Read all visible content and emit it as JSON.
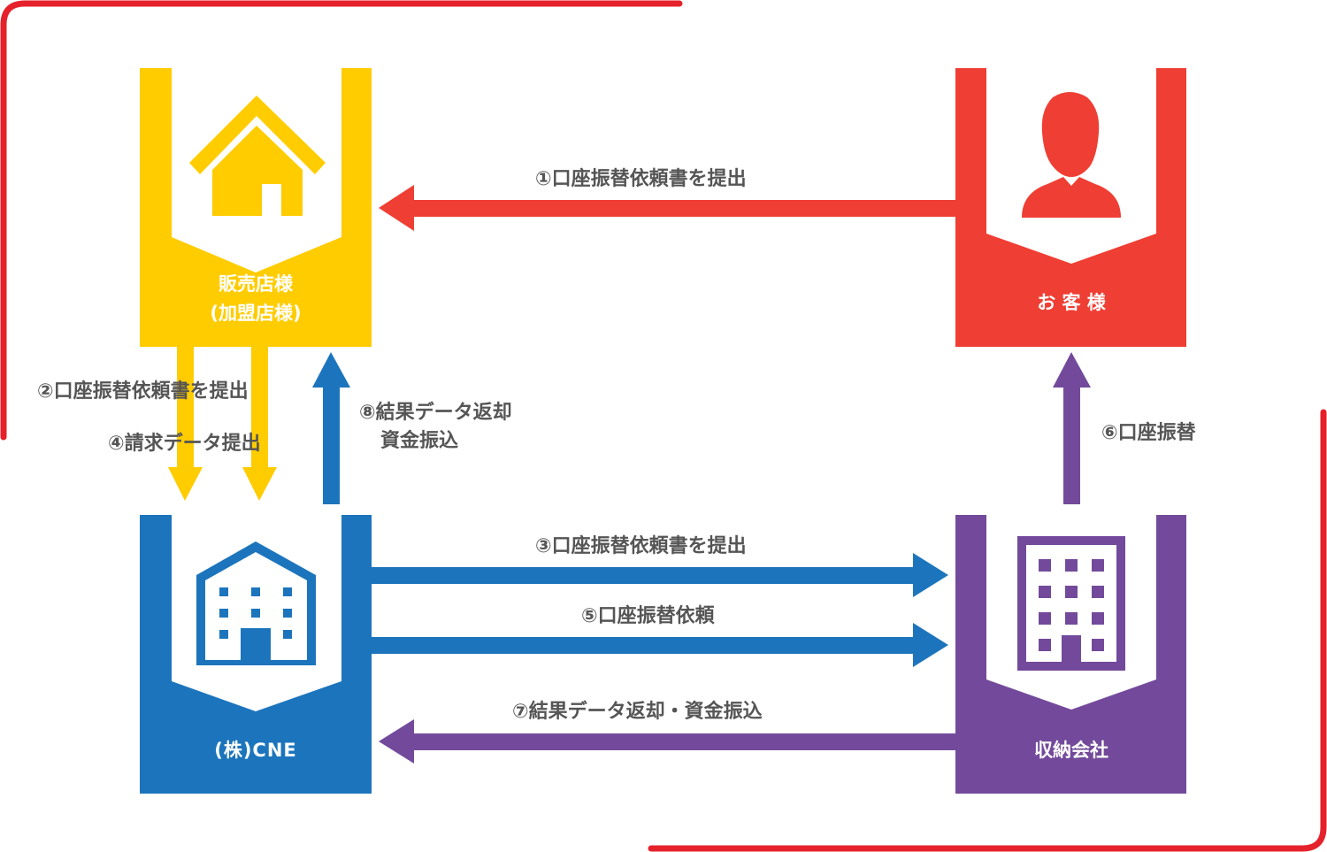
{
  "colors": {
    "yellow": "#FFCC00",
    "red": "#EF3E33",
    "blue": "#1C75BC",
    "purple": "#734A9B",
    "frame": "#E5222B",
    "text": "#555555"
  },
  "nodes": {
    "dealer": {
      "line1": "販売店様",
      "line2": "(加盟店様)",
      "icon": "house-icon"
    },
    "customer": {
      "label": "お 客 様",
      "icon": "person-icon"
    },
    "cne": {
      "label": "(株)CNE",
      "icon": "building-icon"
    },
    "collector": {
      "label": "収納会社",
      "icon": "office-tower-icon"
    }
  },
  "flows": {
    "f1": "①口座振替依頼書を提出",
    "f2": "②口座振替依頼書を提出",
    "f3": "③口座振替依頼書を提出",
    "f4": "④請求データ提出",
    "f5": "⑤口座振替依頼",
    "f6": "⑥口座振替",
    "f7": "⑦結果データ返却・資金振込",
    "f8_line1": "⑧結果データ返却",
    "f8_line2": "資金振込"
  }
}
